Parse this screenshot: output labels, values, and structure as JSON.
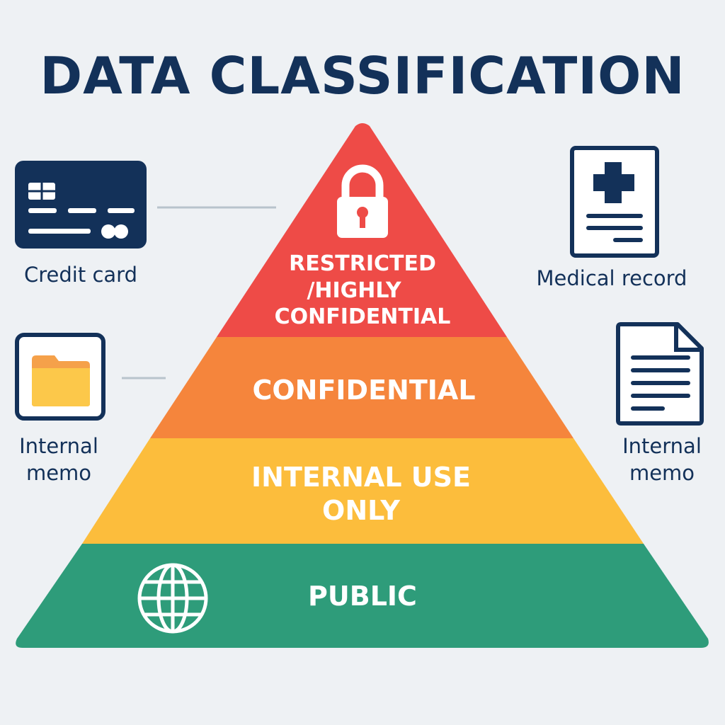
{
  "title": "DATA CLASSIFICATION",
  "tiers": {
    "restricted": {
      "line1": "RESTRICTED",
      "line2": "/HIGHLY",
      "line3": "CONFIDENTIAL",
      "color": "#ee4b47"
    },
    "confidential": {
      "label": "CONFIDENTIAL",
      "color": "#f5853c"
    },
    "internal": {
      "line1": "INTERNAL USE",
      "line2": "ONLY",
      "color": "#fcbd3c"
    },
    "public": {
      "label": "PUBLIC",
      "color": "#2e9c7a"
    }
  },
  "examples": {
    "credit_card": {
      "label": "Credit card",
      "icon": "credit-card-icon"
    },
    "medical_record": {
      "label": "Medical record",
      "icon": "medical-record-icon"
    },
    "internal_memo_left": {
      "line1": "Internal",
      "line2": "memo",
      "icon": "folder-icon"
    },
    "internal_memo_right": {
      "line1": "Internal",
      "line2": "memo",
      "icon": "document-icon"
    }
  },
  "colors": {
    "navy": "#133159",
    "background": "#eef1f4",
    "connector": "#b8c3cc"
  }
}
